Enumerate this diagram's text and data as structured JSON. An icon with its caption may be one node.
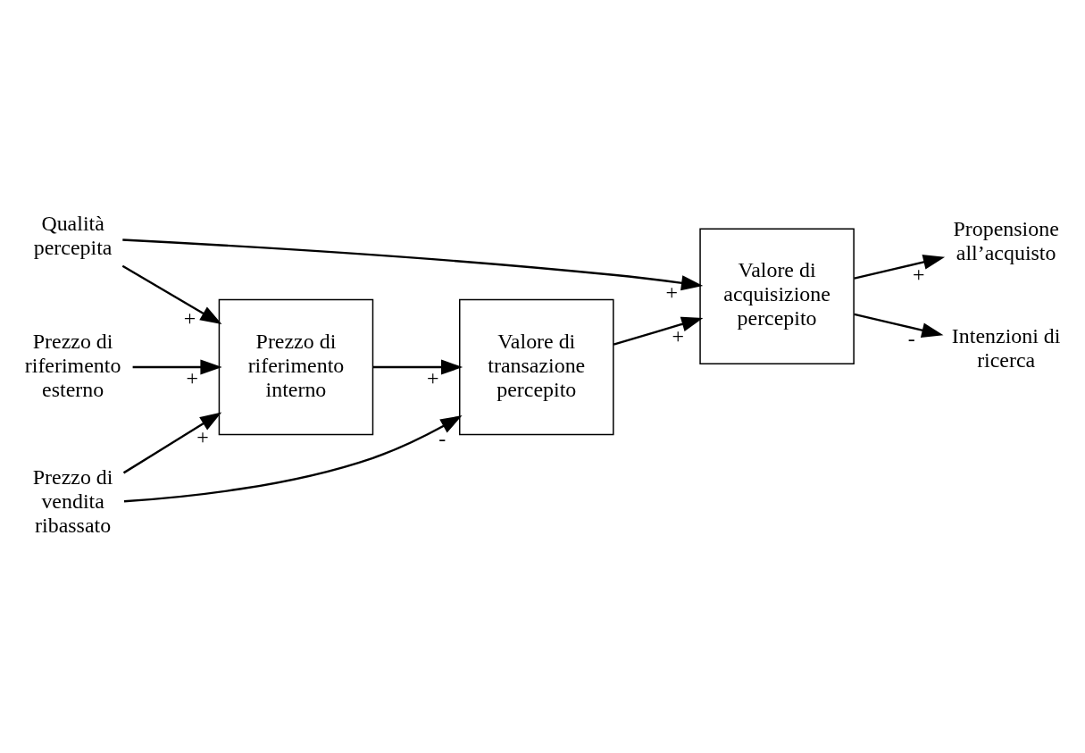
{
  "diagram": {
    "nodes": [
      {
        "text": [
          "Qualità percepita"
        ]
      },
      {
        "text": [
          "Valore di acquisizione percepito"
        ]
      },
      {
        "text": [
          "Propensione all’acquisto"
        ]
      },
      {
        "text": [
          "Intenzioni di ricerca"
        ]
      },
      {
        "text": [
          "Prezzo di vendita ribassato"
        ]
      },
      {
        "text": [
          "Valore di transazione percepito"
        ]
      },
      {
        "text": [
          "Prezzo di riferimento interno"
        ]
      },
      {
        "text": [
          "Prezzo di riferimento esterno"
        ]
      }
    ],
    "edges": [
      {
        "from": 0,
        "to": 1,
        "arrow": "to",
        "label": "+"
      },
      {
        "from": 0,
        "to": 6,
        "arrow": "to",
        "label": "+"
      },
      {
        "from": 1,
        "to": 2,
        "arrow": "to",
        "label": "+"
      },
      {
        "from": 1,
        "to": 3,
        "arrow": "to",
        "label": "-"
      },
      {
        "from": 4,
        "to": 5,
        "arrow": "to",
        "label": "-"
      },
      {
        "from": 4,
        "to": 6,
        "arrow": "to",
        "label": "+"
      },
      {
        "from": 5,
        "to": 1,
        "arrow": "to",
        "label": "+"
      },
      {
        "from": 6,
        "to": 5,
        "arrow": "to",
        "label": "+"
      },
      {
        "from": 7,
        "to": 6,
        "arrow": "to",
        "label": "+"
      }
    ]
  }
}
